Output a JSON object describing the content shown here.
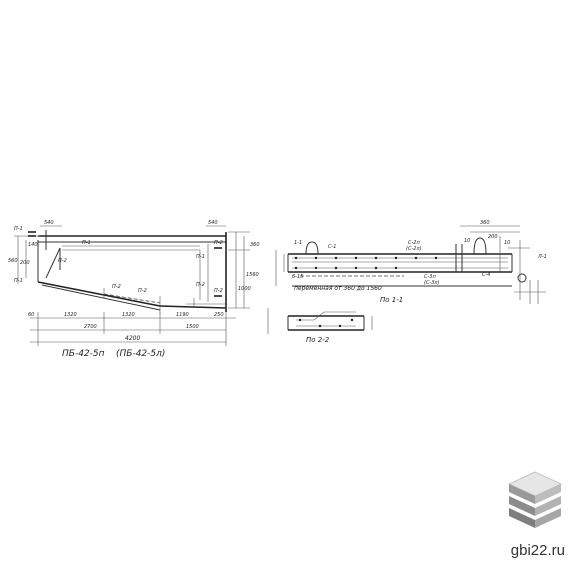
{
  "site": {
    "label": "gbi22.ru",
    "logo_icon": "stacked-slabs-icon"
  },
  "left_view": {
    "caption": "ПБ-42-5п",
    "caption_alt": "(ПБ-42-5л)",
    "dims_bottom": [
      "60",
      "1320",
      "1320",
      "1190",
      "250"
    ],
    "dims_bottom2": [
      "2700",
      "1500"
    ],
    "dim_total": "4200",
    "dims_top": [
      "540",
      "540"
    ],
    "dims_right": [
      "360",
      "1000",
      "1560"
    ],
    "dims_left": [
      "140",
      "200",
      "560"
    ],
    "section_marks": [
      "П-1",
      "П-1",
      "П-2",
      "П-2"
    ],
    "labels": [
      "П-1",
      "П-2",
      "П-2",
      "П-2",
      "П-2",
      "П-1"
    ]
  },
  "right_view": {
    "caption_1": "По 1-1",
    "caption_2": "По 2-2",
    "note": "переменная от 360 до 1560",
    "dims_top": [
      "360",
      "200",
      "10",
      "10"
    ],
    "labels": [
      "1-1",
      "С-1",
      "С-2п",
      "(С-2л)",
      "С-3п",
      "(С-3л)",
      "С-4",
      "6-15"
    ],
    "section_mark": "Л-1"
  }
}
